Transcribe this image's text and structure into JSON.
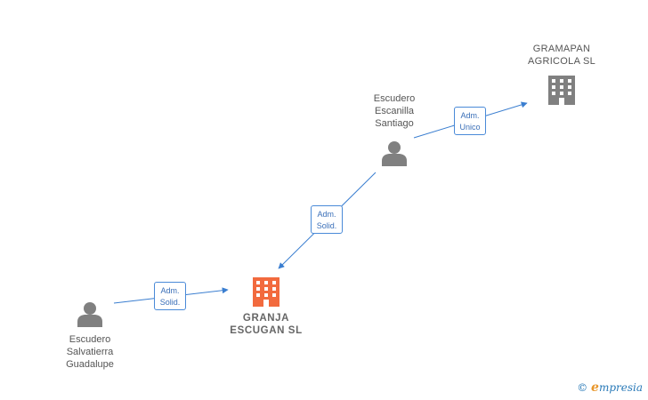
{
  "nodes": {
    "gramapan": {
      "name": "GRAMAPAN\nAGRICOLA SL",
      "type": "company",
      "color": "#808080"
    },
    "granja": {
      "name": "GRANJA\nESCUGAN SL",
      "type": "company",
      "color": "#f26a3e"
    },
    "santiago": {
      "name": "Escudero\nEscanilla\nSantiago",
      "type": "person",
      "color": "#808080"
    },
    "guadalupe": {
      "name": "Escudero\nSalvatierra\nGuadalupe",
      "type": "person",
      "color": "#808080"
    }
  },
  "edges": {
    "santiago_gramapan": {
      "label": "Adm.\nUnico"
    },
    "santiago_granja": {
      "label": "Adm.\nSolid."
    },
    "guadalupe_granja": {
      "label": "Adm.\nSolid."
    }
  },
  "edge_color": "#3a7ed0",
  "watermark": {
    "copyright": "©",
    "brand_initial": "e",
    "brand_rest": "mpresia"
  }
}
